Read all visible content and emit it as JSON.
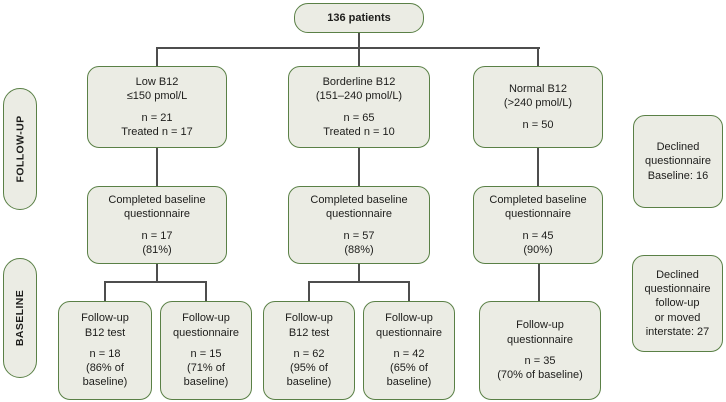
{
  "root": {
    "label": "136 patients"
  },
  "side_labels": {
    "top": "FOLLOW-UP",
    "bottom": "BASELINE"
  },
  "columns": [
    {
      "group": {
        "title": "Low B12\n≤150 pmol/L",
        "stats": "n = 21\nTreated n = 17"
      },
      "baseline": {
        "title": "Completed baseline\nquestionnaire",
        "stats": "n = 17\n(81%)"
      },
      "children": [
        {
          "title": "Follow-up\nB12 test",
          "stats": "n = 18\n(86% of\nbaseline)"
        },
        {
          "title": "Follow-up\nquestionnaire",
          "stats": "n = 15\n(71% of\nbaseline)"
        }
      ]
    },
    {
      "group": {
        "title": "Borderline B12\n(151–240 pmol/L)",
        "stats": "n = 65\nTreated n = 10"
      },
      "baseline": {
        "title": "Completed baseline\nquestionnaire",
        "stats": "n = 57\n(88%)"
      },
      "children": [
        {
          "title": "Follow-up\nB12 test",
          "stats": "n = 62\n(95% of\nbaseline)"
        },
        {
          "title": "Follow-up\nquestionnaire",
          "stats": "n = 42\n(65% of\nbaseline)"
        }
      ]
    },
    {
      "group": {
        "title": "Normal B12\n(>240 pmol/L)",
        "stats": "n = 50"
      },
      "baseline": {
        "title": "Completed baseline\nquestionnaire",
        "stats": "n = 45\n(90%)"
      },
      "children": [
        {
          "title": "Follow-up\nquestionnaire",
          "stats": "n = 35\n(70% of baseline)"
        }
      ]
    }
  ],
  "declined": [
    {
      "text": "Declined\nquestionnaire\nBaseline: 16"
    },
    {
      "text": "Declined\nquestionnaire\nfollow-up\nor moved\ninterstate: 27"
    }
  ],
  "colors": {
    "box_fill": "#ebece4",
    "box_border": "#5a8046",
    "connector": "#4d4d4d",
    "text": "#1d1d1b"
  }
}
